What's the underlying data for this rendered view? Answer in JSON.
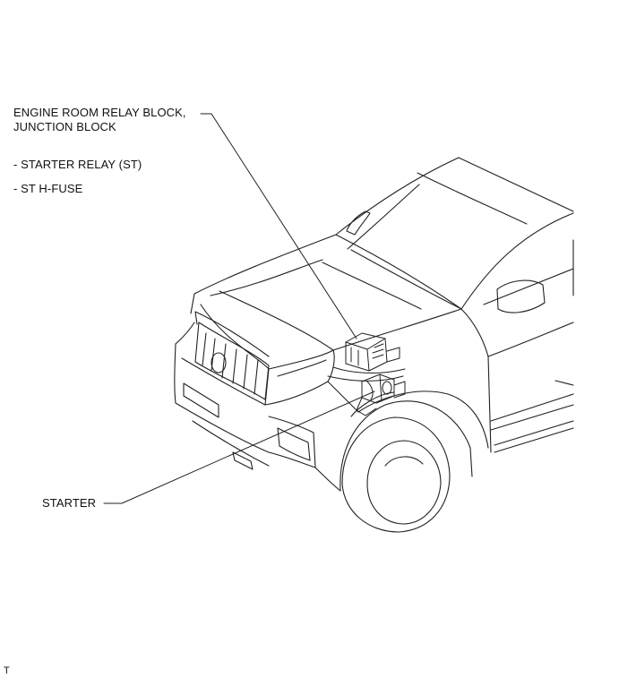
{
  "callouts": {
    "relay_block_line1": "ENGINE ROOM RELAY BLOCK,",
    "relay_block_line2": "JUNCTION BLOCK",
    "starter_relay": "- STARTER RELAY (ST)",
    "st_hfuse": "- ST H-FUSE",
    "starter": "STARTER"
  },
  "corner_mark": "T",
  "colors": {
    "line": "#222222",
    "background": "#ffffff"
  }
}
